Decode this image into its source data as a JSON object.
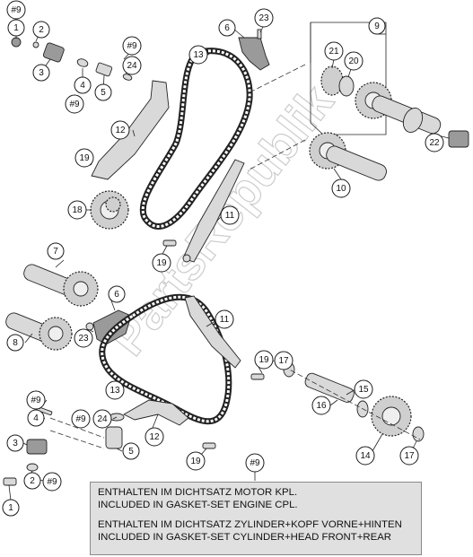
{
  "callouts": [
    {
      "id": "c-9-top",
      "label": "#9"
    },
    {
      "id": "c-2-top",
      "label": "2"
    },
    {
      "id": "c-1-top",
      "label": "1"
    },
    {
      "id": "c-3-top",
      "label": "3"
    },
    {
      "id": "c-9-mid",
      "label": "#9"
    },
    {
      "id": "c-24-top",
      "label": "24"
    },
    {
      "id": "c-4-top",
      "label": "4"
    },
    {
      "id": "c-5-top",
      "label": "5"
    },
    {
      "id": "c-9-left",
      "label": "#9"
    },
    {
      "id": "c-23-top",
      "label": "23"
    },
    {
      "id": "c-6-top",
      "label": "6"
    },
    {
      "id": "c-13-top",
      "label": "13"
    },
    {
      "id": "c-9-right",
      "label": "9"
    },
    {
      "id": "c-21",
      "label": "21"
    },
    {
      "id": "c-20",
      "label": "20"
    },
    {
      "id": "c-12-top",
      "label": "12"
    },
    {
      "id": "c-19-a",
      "label": "19"
    },
    {
      "id": "c-22",
      "label": "22"
    },
    {
      "id": "c-10",
      "label": "10"
    },
    {
      "id": "c-18",
      "label": "18"
    },
    {
      "id": "c-11-top",
      "label": "11"
    },
    {
      "id": "c-19-b",
      "label": "19"
    },
    {
      "id": "c-7",
      "label": "7"
    },
    {
      "id": "c-6-bot",
      "label": "6"
    },
    {
      "id": "c-11-bot",
      "label": "11"
    },
    {
      "id": "c-8",
      "label": "8"
    },
    {
      "id": "c-23-bot",
      "label": "23"
    },
    {
      "id": "c-19-c",
      "label": "19"
    },
    {
      "id": "c-17-a",
      "label": "17"
    },
    {
      "id": "c-13-bot",
      "label": "13"
    },
    {
      "id": "c-15",
      "label": "15"
    },
    {
      "id": "c-16",
      "label": "16"
    },
    {
      "id": "c-9-lower",
      "label": "#9"
    },
    {
      "id": "c-4-bot",
      "label": "4"
    },
    {
      "id": "c-9-lower2",
      "label": "#9"
    },
    {
      "id": "c-24-bot",
      "label": "24"
    },
    {
      "id": "c-12-bot",
      "label": "12"
    },
    {
      "id": "c-3-bot",
      "label": "3"
    },
    {
      "id": "c-5-bot",
      "label": "5"
    },
    {
      "id": "c-14",
      "label": "14"
    },
    {
      "id": "c-17-b",
      "label": "17"
    },
    {
      "id": "c-19-d",
      "label": "19"
    },
    {
      "id": "c-9-note",
      "label": "#9"
    },
    {
      "id": "c-2-bot",
      "label": "2"
    },
    {
      "id": "c-9-lower3",
      "label": "#9"
    },
    {
      "id": "c-1-bot",
      "label": "1"
    }
  ],
  "watermark": "PartsRepublik",
  "note": {
    "line1": "ENTHALTEN IM DICHTSATZ MOTOR KPL.",
    "line2": "INCLUDED IN GASKET-SET ENGINE CPL.",
    "line3": "ENTHALTEN IM DICHTSATZ ZYLINDER+KOPF VORNE+HINTEN",
    "line4": "INCLUDED IN GASKET-SET CYLINDER+HEAD FRONT+REAR"
  }
}
